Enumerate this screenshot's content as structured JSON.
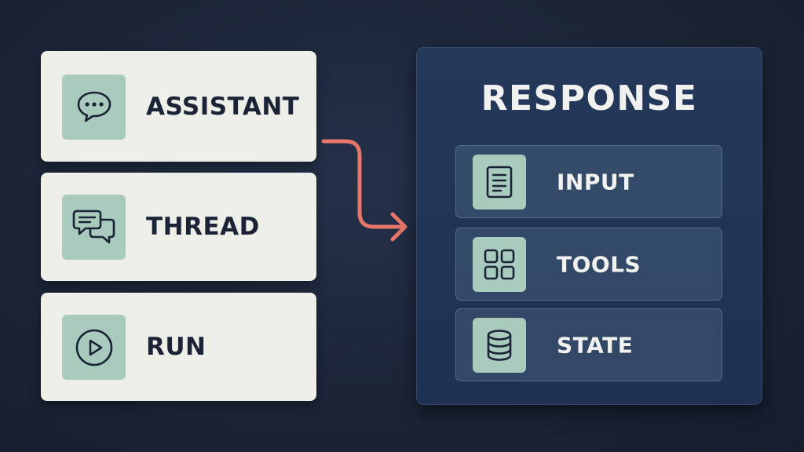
{
  "left_cards": [
    {
      "label": "ASSISTANT",
      "icon": "chat-bubble-dots-icon"
    },
    {
      "label": "THREAD",
      "icon": "two-chat-bubbles-icon"
    },
    {
      "label": "RUN",
      "icon": "play-circle-icon"
    }
  ],
  "response": {
    "title": "RESPONSE",
    "items": [
      {
        "label": "INPUT",
        "icon": "document-lines-icon"
      },
      {
        "label": "TOOLS",
        "icon": "grid-icon"
      },
      {
        "label": "STATE",
        "icon": "database-icon"
      }
    ]
  },
  "colors": {
    "background": "#1c2538",
    "card": "#efefea",
    "icon_tile": "#a8cbbd",
    "panel": "#22355a",
    "arrow": "#e8766a",
    "dark_text": "#1a2436",
    "light_text": "#f1f2ef"
  }
}
